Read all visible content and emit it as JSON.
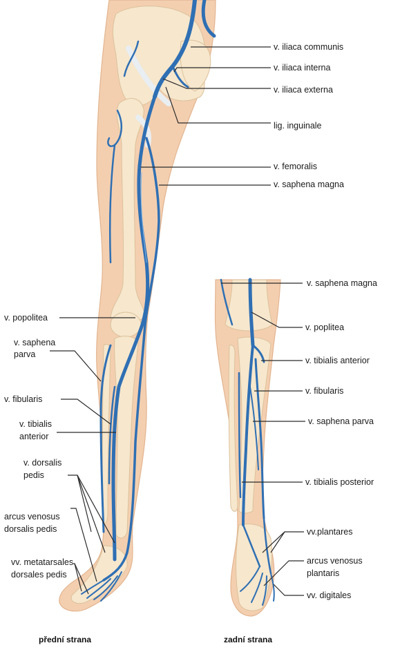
{
  "anterior": {
    "caption": "přední strana",
    "labels": {
      "iliaca_communis": "v. iliaca communis",
      "iliaca_interna": "v. iliaca interna",
      "iliaca_externa": "v. iliaca externa",
      "inguinale": "lig. inguinale",
      "femoralis": "v. femoralis",
      "saphena_magna": "v. saphena magna",
      "popolitea": "v. popolitea",
      "saphena_parva_1": "v. saphena",
      "saphena_parva_2": "parva",
      "fibularis": "v. fibularis",
      "tibialis_anterior_1": "v. tibialis",
      "tibialis_anterior_2": "anterior",
      "dorsalis_pedis_1": "v. dorsalis",
      "dorsalis_pedis_2": "pedis",
      "arcus_dorsalis_1": "arcus venosus",
      "arcus_dorsalis_2": "dorsalis pedis",
      "metatarsales_1": "vv. metatarsales",
      "metatarsales_2": "dorsales pedis"
    }
  },
  "posterior": {
    "caption": "zadní strana",
    "labels": {
      "saphena_magna": "v. saphena magna",
      "poplitea": "v. poplitea",
      "tibialis_anterior": "v. tibialis anterior",
      "fibularis": "v. fibularis",
      "saphena_parva": "v. saphena parva",
      "tibialis_posterior": "v. tibialis posterior",
      "plantares": "vv.plantares",
      "arcus_plantaris_1": "arcus venosus",
      "arcus_plantaris_2": "plantaris",
      "digitales": "vv. digitales"
    }
  },
  "colors": {
    "vein": "#2f6fb3",
    "skin": "#f3cfb0",
    "bone": "#f6e7cd"
  }
}
